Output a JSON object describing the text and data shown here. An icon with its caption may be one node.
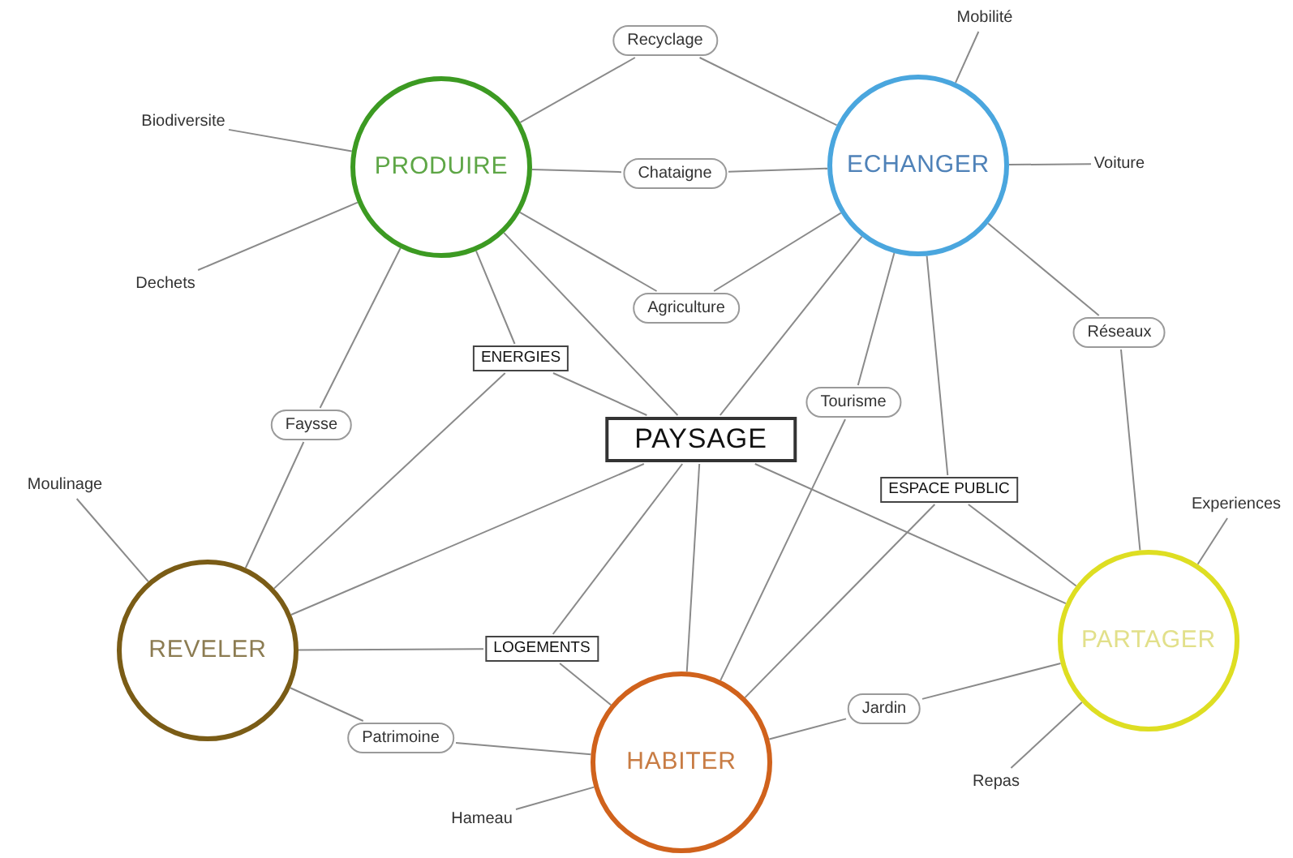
{
  "diagram": {
    "nodes": [
      {
        "text": [
          "Mobilité"
        ]
      },
      {
        "text": [
          "Recyclage"
        ]
      },
      {
        "text": [
          "Biodiversite"
        ]
      },
      {
        "text": [
          "PRODUIRE"
        ]
      },
      {
        "text": [
          "ECHANGER"
        ]
      },
      {
        "text": [
          "Voiture"
        ]
      },
      {
        "text": [
          "Chataigne"
        ]
      },
      {
        "text": [
          "Dechets"
        ]
      },
      {
        "text": [
          "Agriculture"
        ]
      },
      {
        "text": [
          "Réseaux"
        ]
      },
      {
        "text": [
          "ENERGIES"
        ]
      },
      {
        "text": [
          "Tourisme"
        ]
      },
      {
        "text": [
          "Faysse"
        ]
      },
      {
        "text": [
          "PAYSAGE"
        ]
      },
      {
        "text": [
          "Moulinage"
        ]
      },
      {
        "text": [
          "ESPACE PUBLIC"
        ]
      },
      {
        "text": [
          "Experiences"
        ]
      },
      {
        "text": [
          "REVELER"
        ]
      },
      {
        "text": [
          "PARTAGER"
        ]
      },
      {
        "text": [
          "LOGEMENTS"
        ]
      },
      {
        "text": [
          "Jardin"
        ]
      },
      {
        "text": [
          "Patrimoine"
        ]
      },
      {
        "text": [
          "HABITER"
        ]
      },
      {
        "text": [
          "Repas"
        ]
      },
      {
        "text": [
          "Hameau"
        ]
      }
    ],
    "edges": [
      {
        "from": 3,
        "to": 1,
        "arrow": "none"
      },
      {
        "from": 1,
        "to": 4,
        "arrow": "none"
      },
      {
        "from": 3,
        "to": 6,
        "arrow": "none"
      },
      {
        "from": 6,
        "to": 4,
        "arrow": "none"
      },
      {
        "from": 3,
        "to": 8,
        "arrow": "none"
      },
      {
        "from": 8,
        "to": 4,
        "arrow": "none"
      },
      {
        "from": 3,
        "to": 2,
        "arrow": "none"
      },
      {
        "from": 3,
        "to": 7,
        "arrow": "none"
      },
      {
        "from": 3,
        "to": 12,
        "arrow": "none"
      },
      {
        "from": 12,
        "to": 17,
        "arrow": "none"
      },
      {
        "from": 3,
        "to": 10,
        "arrow": "none"
      },
      {
        "from": 10,
        "to": 13,
        "arrow": "none"
      },
      {
        "from": 10,
        "to": 17,
        "arrow": "none"
      },
      {
        "from": 3,
        "to": 13,
        "arrow": "none"
      },
      {
        "from": 4,
        "to": 0,
        "arrow": "none"
      },
      {
        "from": 4,
        "to": 5,
        "arrow": "none"
      },
      {
        "from": 4,
        "to": 9,
        "arrow": "none"
      },
      {
        "from": 9,
        "to": 18,
        "arrow": "none"
      },
      {
        "from": 4,
        "to": 13,
        "arrow": "none"
      },
      {
        "from": 4,
        "to": 11,
        "arrow": "none"
      },
      {
        "from": 11,
        "to": 22,
        "arrow": "none"
      },
      {
        "from": 4,
        "to": 15,
        "arrow": "none"
      },
      {
        "from": 15,
        "to": 18,
        "arrow": "none"
      },
      {
        "from": 15,
        "to": 22,
        "arrow": "none"
      },
      {
        "from": 13,
        "to": 18,
        "arrow": "none"
      },
      {
        "from": 13,
        "to": 22,
        "arrow": "none"
      },
      {
        "from": 13,
        "to": 17,
        "arrow": "none"
      },
      {
        "from": 17,
        "to": 19,
        "arrow": "none"
      },
      {
        "from": 19,
        "to": 13,
        "arrow": "none"
      },
      {
        "from": 19,
        "to": 22,
        "arrow": "none"
      },
      {
        "from": 17,
        "to": 21,
        "arrow": "none"
      },
      {
        "from": 21,
        "to": 22,
        "arrow": "none"
      },
      {
        "from": 17,
        "to": 14,
        "arrow": "none"
      },
      {
        "from": 22,
        "to": 24,
        "arrow": "none"
      },
      {
        "from": 22,
        "to": 20,
        "arrow": "none"
      },
      {
        "from": 20,
        "to": 18,
        "arrow": "none"
      },
      {
        "from": 18,
        "to": 16,
        "arrow": "none"
      },
      {
        "from": 18,
        "to": 23,
        "arrow": "none"
      }
    ]
  }
}
